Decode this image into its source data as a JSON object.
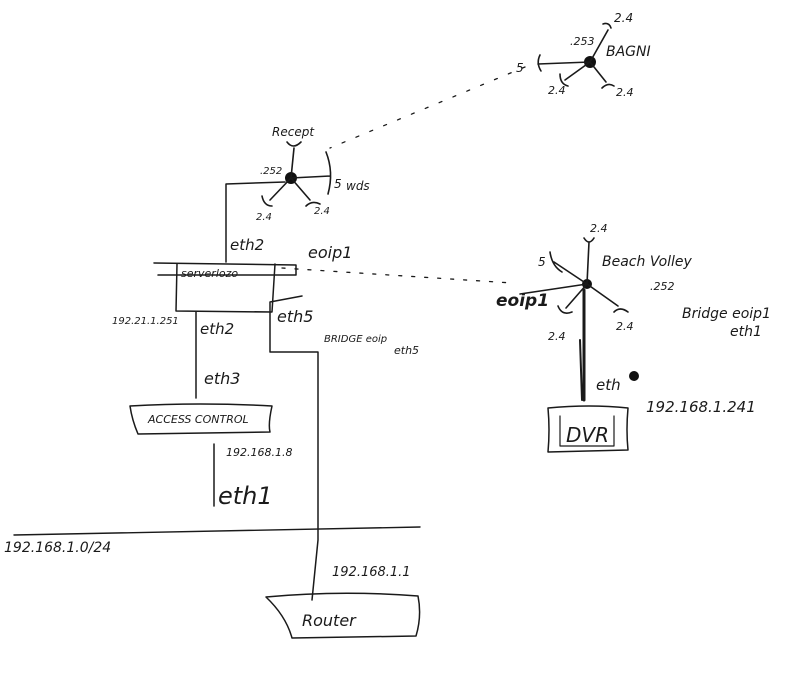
{
  "colors": {
    "ink": "#1a1a1a",
    "paper": "#ffffff"
  },
  "nodes": {
    "bagni": {
      "label": "BAGNI",
      "ip_suffix": ".253",
      "freq_a": "2.4",
      "freq_b": "2.4",
      "freq_c": "2.4",
      "freq_5": "5"
    },
    "reception": {
      "label": "Recept",
      "ip_suffix": ".252",
      "freq_a": "2.4",
      "freq_b": "2.4",
      "freq_5": "5",
      "wds": "wds"
    },
    "beach_volley": {
      "label": "Beach Volley",
      "ip_suffix": ".252",
      "freq_top": "2.4",
      "freq_5": "5",
      "freq_a": "2.4",
      "freq_b": "2.4",
      "bridge_note_1": "Bridge eoip1",
      "bridge_note_2": "eth1"
    },
    "server": {
      "label": "serverlozo"
    },
    "access_control": {
      "label": "ACCESS CONTROL"
    },
    "dvr": {
      "label": "DVR",
      "ip": "192.168.1.241"
    },
    "router": {
      "label": "Router",
      "ip": "192.168.1.1"
    }
  },
  "ports": {
    "eth2_top": "eth2",
    "eoip1_server": "eoip1",
    "eth5": "eth5",
    "server_ip": "192.21.1.251",
    "eth2_left": "eth2",
    "eth3": "eth3",
    "access_ip": "192.168.1.8",
    "eth1_access": "eth1",
    "bridge_note_1": "BRIDGE eoip",
    "bridge_note_2": "eth5",
    "eoip1_beach": "eoip1",
    "eth_dvr": "eth"
  },
  "network": {
    "subnet": "192.168.1.0/24"
  }
}
